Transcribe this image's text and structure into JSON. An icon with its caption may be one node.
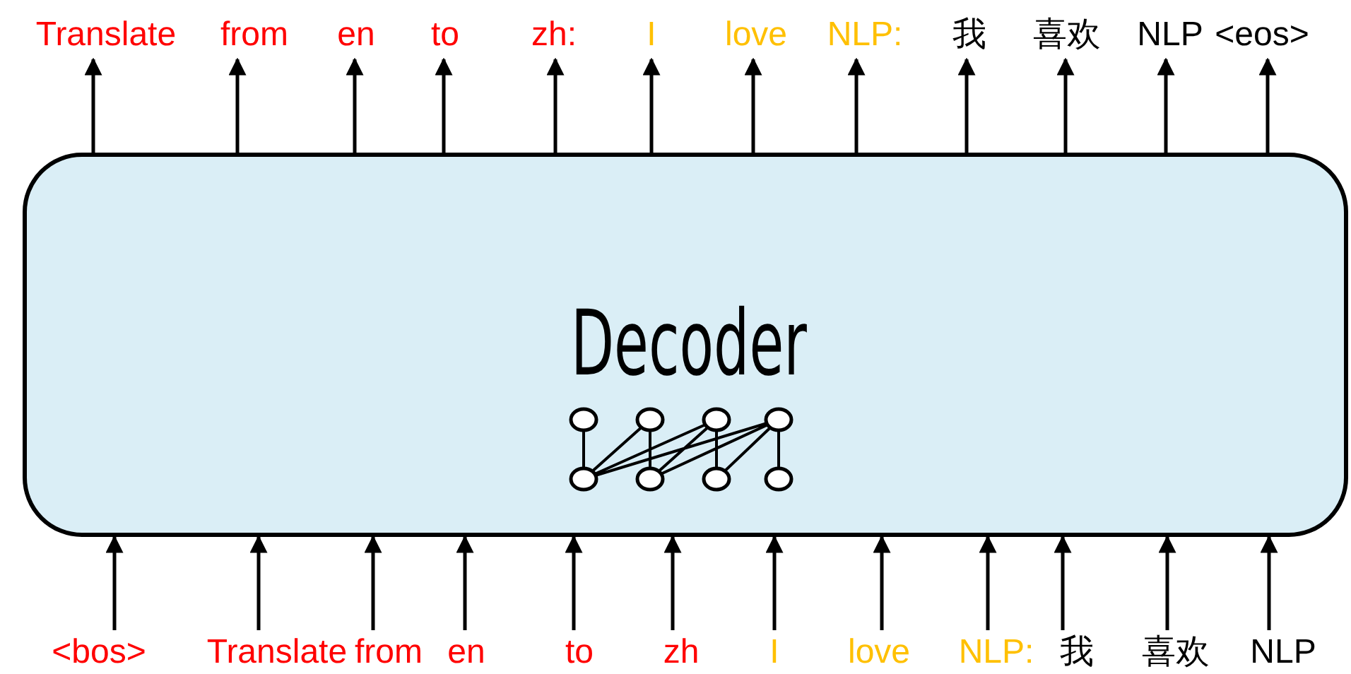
{
  "diagram": {
    "nodes": [
      {
        "text": [
          "Decoder"
        ]
      },
      {
        "text": [
          "Translate"
        ]
      },
      {
        "text": [
          "from"
        ]
      },
      {
        "text": [
          "en"
        ]
      },
      {
        "text": [
          "to"
        ]
      },
      {
        "text": [
          "zh:"
        ]
      },
      {
        "text": [
          "I"
        ]
      },
      {
        "text": [
          "love"
        ]
      },
      {
        "text": [
          "NLP:"
        ]
      },
      {
        "text": [
          "我"
        ]
      },
      {
        "text": [
          "喜欢"
        ]
      },
      {
        "text": [
          "NLP"
        ]
      },
      {
        "text": [
          "<eos>"
        ]
      },
      {
        "text": [
          "<bos>"
        ]
      },
      {
        "text": [
          "Translate"
        ]
      },
      {
        "text": [
          "from"
        ]
      },
      {
        "text": [
          "en"
        ]
      },
      {
        "text": [
          "to"
        ]
      },
      {
        "text": [
          "zh"
        ]
      },
      {
        "text": [
          "I"
        ]
      },
      {
        "text": [
          "love"
        ]
      },
      {
        "text": [
          "NLP:"
        ]
      },
      {
        "text": [
          "我"
        ]
      },
      {
        "text": [
          "喜欢"
        ]
      },
      {
        "text": [
          "NLP"
        ]
      }
    ],
    "edges": [
      {
        "from": 0,
        "to": 1,
        "arrow": "to"
      },
      {
        "from": 0,
        "to": 2,
        "arrow": "to"
      },
      {
        "from": 0,
        "to": 3,
        "arrow": "to"
      },
      {
        "from": 0,
        "to": 4,
        "arrow": "to"
      },
      {
        "from": 0,
        "to": 5,
        "arrow": "to"
      },
      {
        "from": 0,
        "to": 6,
        "arrow": "to"
      },
      {
        "from": 0,
        "to": 7,
        "arrow": "to"
      },
      {
        "from": 0,
        "to": 8,
        "arrow": "to"
      },
      {
        "from": 0,
        "to": 9,
        "arrow": "to"
      },
      {
        "from": 0,
        "to": 10,
        "arrow": "to"
      },
      {
        "from": 0,
        "to": 11,
        "arrow": "to"
      },
      {
        "from": 0,
        "to": 12,
        "arrow": "to"
      },
      {
        "from": 13,
        "to": 0,
        "arrow": "to"
      },
      {
        "from": 14,
        "to": 0,
        "arrow": "to"
      },
      {
        "from": 15,
        "to": 0,
        "arrow": "to"
      },
      {
        "from": 16,
        "to": 0,
        "arrow": "to"
      },
      {
        "from": 17,
        "to": 0,
        "arrow": "to"
      },
      {
        "from": 18,
        "to": 0,
        "arrow": "to"
      },
      {
        "from": 19,
        "to": 0,
        "arrow": "to"
      },
      {
        "from": 20,
        "to": 0,
        "arrow": "to"
      },
      {
        "from": 21,
        "to": 0,
        "arrow": "to"
      },
      {
        "from": 22,
        "to": 0,
        "arrow": "to"
      },
      {
        "from": 23,
        "to": 0,
        "arrow": "to"
      },
      {
        "from": 24,
        "to": 0,
        "arrow": "to"
      }
    ]
  }
}
